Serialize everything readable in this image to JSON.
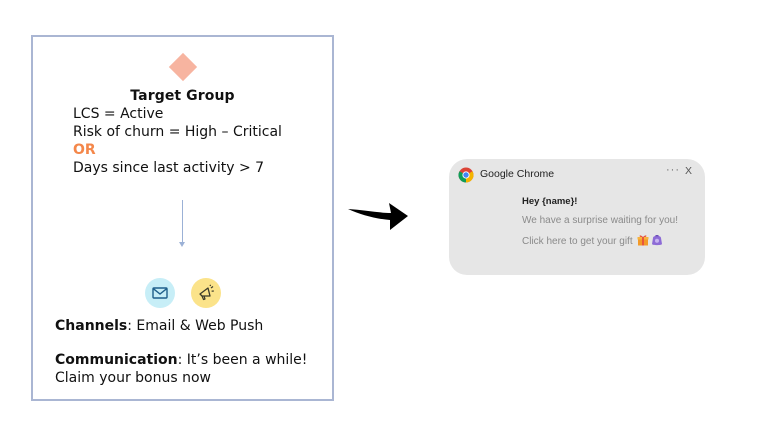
{
  "target_group": {
    "title": "Target Group",
    "criteria_1": "LCS = Active",
    "criteria_2": "Risk of churn = High – Critical",
    "operator": "OR",
    "criteria_3": "Days since last activity > 7"
  },
  "channels": {
    "label": "Channels",
    "value": ": Email & Web Push",
    "icons": [
      "envelope-icon",
      "megaphone-icon"
    ]
  },
  "communication": {
    "label": "Communication",
    "value": ": It’s been a while! Claim your bonus now"
  },
  "notification": {
    "app_name": "Google Chrome",
    "more": "···",
    "close": "X",
    "title": "Hey {name}!",
    "line_1": "We have a surprise waiting for you!",
    "line_2": "Click here to get your gift",
    "icons": [
      "chrome-icon",
      "gift-icon",
      "bag-icon"
    ]
  },
  "colors": {
    "card_border": "#aab6d3",
    "diamond": "#f7b4a0",
    "or_accent": "#f4874a",
    "email_circle": "#c7eef7",
    "push_circle": "#fbe38a",
    "notification_bg": "#e6e6e6"
  }
}
